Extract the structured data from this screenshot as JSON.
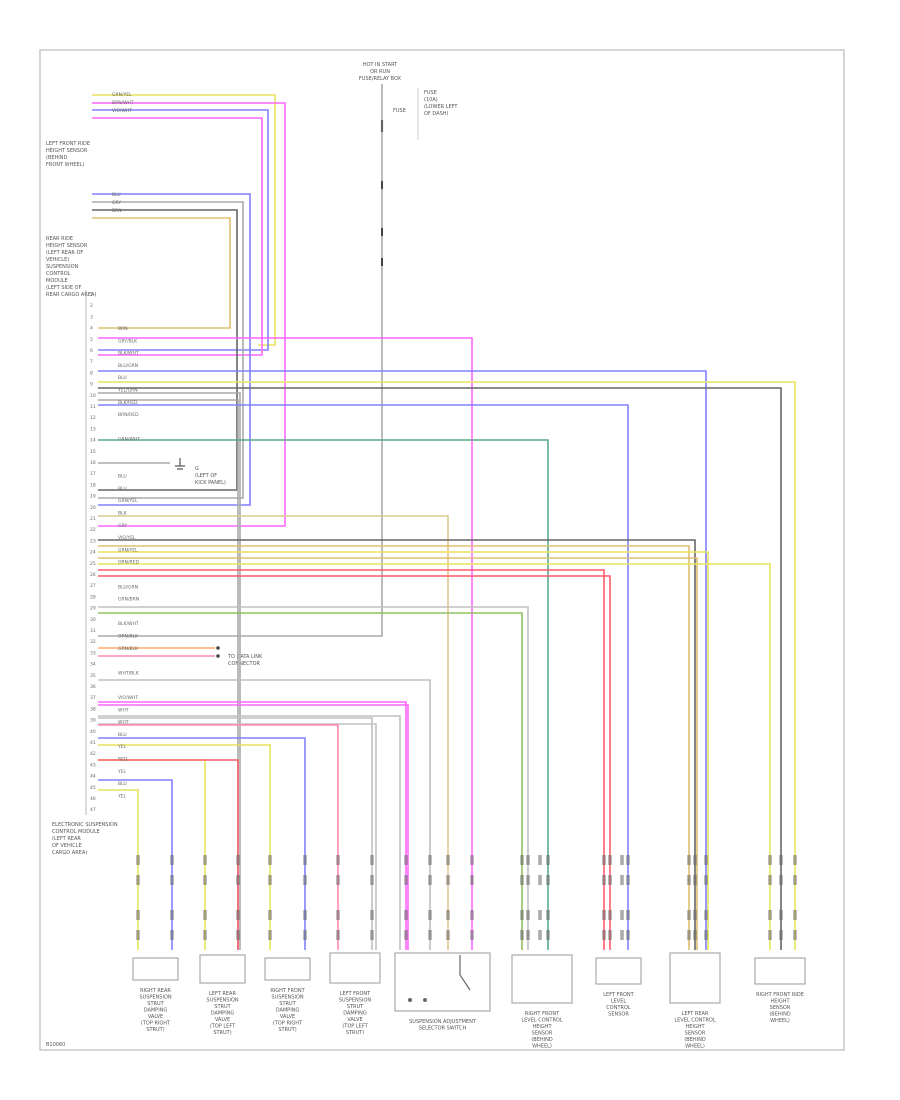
{
  "figure_id": "B10060",
  "power": {
    "title_lines": [
      "HOT IN START",
      "OR RUN",
      "FUSE/RELAY BOX"
    ],
    "fuse_label": "FUSE",
    "fuse_note_lines": [
      "FUSE",
      "(10A)",
      "(LOWER LEFT",
      "OF DASH)"
    ]
  },
  "left_labels": {
    "sensor_group_1": [
      "LEFT FRONT RIDE",
      "HEIGHT SENSOR",
      "(BEHIND",
      "FRONT WHEEL)"
    ],
    "sensor_group_2": [
      "REAR RIDE",
      "HEIGHT SENSOR",
      "(LEFT REAR OF",
      "VEHICLE)"
    ],
    "module": [
      "SUSPENSION",
      "CONTROL",
      "MODULE",
      "(LEFT SIDE OF",
      "REAR CARGO AREA)"
    ],
    "control_module": [
      "ELECTRONIC SUSPENSION",
      "CONTROL MODULE",
      "(LEFT REAR",
      "OF VEHICLE",
      "CARGO AREA)"
    ]
  },
  "components": [
    {
      "id": "c1",
      "lines": [
        "RIGHT REAR",
        "SUSPENSION",
        "STRUT",
        "DAMPING",
        "VALVE",
        "(TOP RIGHT",
        "STRUT)"
      ]
    },
    {
      "id": "c2",
      "lines": [
        "LEFT REAR",
        "SUSPENSION",
        "STRUT",
        "DAMPING",
        "VALVE",
        "(TOP LEFT",
        "STRUT)"
      ]
    },
    {
      "id": "c3",
      "lines": [
        "RIGHT FRONT",
        "SUSPENSION",
        "STRUT",
        "DAMPING",
        "VALVE",
        "(TOP RIGHT",
        "STRUT)"
      ]
    },
    {
      "id": "c4",
      "lines": [
        "LEFT FRONT",
        "SUSPENSION",
        "STRUT",
        "DAMPING",
        "VALVE",
        "(TOP LEFT",
        "STRUT)"
      ]
    },
    {
      "id": "c5",
      "lines": [
        "SUSPENSION ADJUSTMENT",
        "SELECTOR SWITCH"
      ]
    },
    {
      "id": "c6",
      "lines": [
        "RIGHT FRONT",
        "LEVEL CONTROL",
        "HEIGHT",
        "SENSOR",
        "(BEHIND",
        "WHEEL)"
      ]
    },
    {
      "id": "c7",
      "lines": [
        "LEFT FRONT",
        "LEVEL",
        "CONTROL",
        "SENSOR"
      ]
    },
    {
      "id": "c8",
      "lines": [
        "LEFT REAR",
        "LEVEL CONTROL",
        "HEIGHT",
        "SENSOR",
        "(BEHIND",
        "WHEEL)"
      ]
    },
    {
      "id": "c9",
      "lines": [
        "RIGHT FRONT RIDE",
        "HEIGHT",
        "SENSOR",
        "(BEHIND",
        "WHEEL)"
      ]
    }
  ],
  "connector_notes": {
    "diag_lines": [
      "TO DATA LINK",
      "CONNECTOR"
    ],
    "ground_lines": [
      "G",
      "(LEFT OF",
      "KICK PANEL)"
    ]
  },
  "module_pins": [
    "1",
    "2",
    "3",
    "4",
    "5",
    "6",
    "7",
    "8",
    "9",
    "10",
    "11",
    "12",
    "13",
    "14",
    "15",
    "16",
    "17",
    "18",
    "19",
    "20",
    "21",
    "22",
    "23",
    "24",
    "25",
    "26",
    "27",
    "28",
    "29",
    "30",
    "31",
    "32",
    "33",
    "34",
    "35",
    "36",
    "37",
    "38",
    "39",
    "40",
    "41",
    "42",
    "43",
    "44",
    "45",
    "46",
    "47"
  ],
  "wire_labels": [
    "BRN",
    "GRY/BLK",
    "BLK/WHT",
    "BLU/GRN",
    "BLU",
    "YEL/GRN",
    "BLK/RED",
    "BRN/RED",
    "",
    "GRN/WHT",
    "",
    "",
    "BLU",
    "BLU",
    "GRN/YEL",
    "BLK",
    "GRY",
    "VIO/YEL",
    "GRN/YEL",
    "ORN/RED",
    "",
    "BLU/GRN",
    "GRN/BRN",
    "",
    "BLK/WHT",
    "ORN/BLK",
    "GRN/BLK",
    "",
    "WHT/BLK",
    "",
    "VIO/WHT",
    "WHT",
    "WHT",
    "BLU",
    "YEL",
    "RED",
    "YEL",
    "BLU",
    "YEL"
  ]
}
